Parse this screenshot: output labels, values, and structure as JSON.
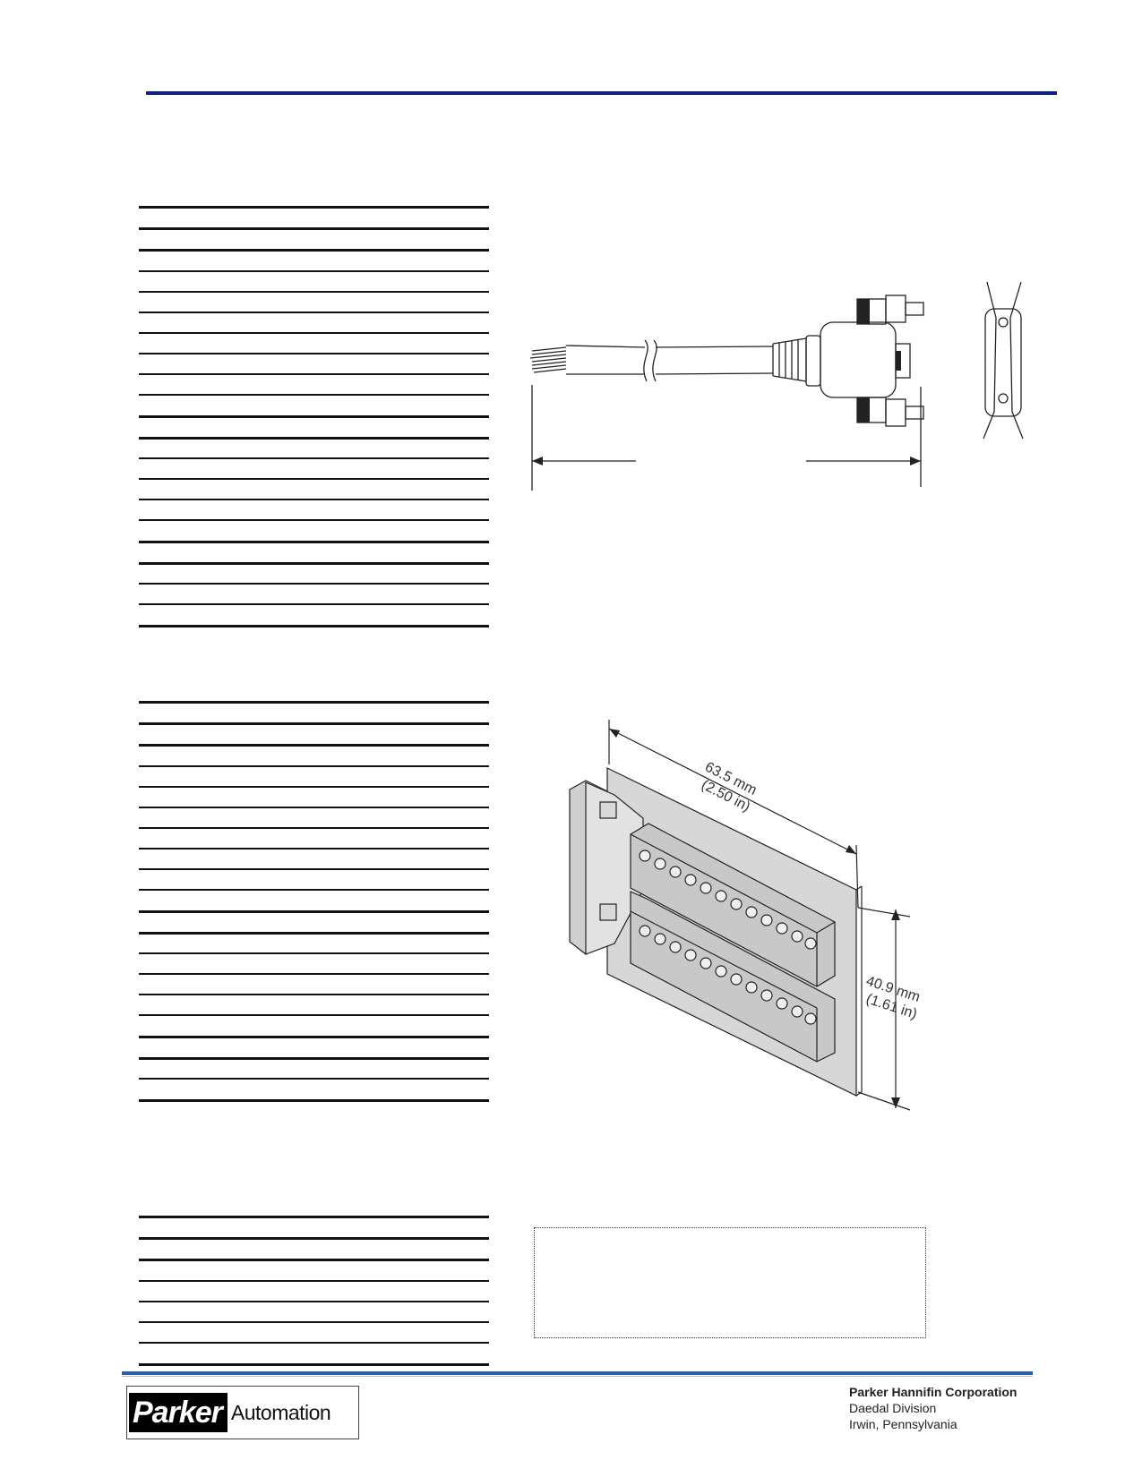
{
  "dimension_terminal": {
    "width_mm": "63.5 mm",
    "width_in": "(2.50 in)",
    "height_mm": "40.9 mm",
    "height_in": "(1.61 in)"
  },
  "footer": {
    "logo_mark": "Parker",
    "logo_word": "Automation",
    "company": "Parker Hannifin Corporation",
    "division": "Daedal Division",
    "location": "Irwin, Pennsylvania"
  },
  "colors": {
    "top_rule": "#0f1f86",
    "footer_rule": "#2a5ea8",
    "terminal_fill": "#d7d7d7"
  }
}
